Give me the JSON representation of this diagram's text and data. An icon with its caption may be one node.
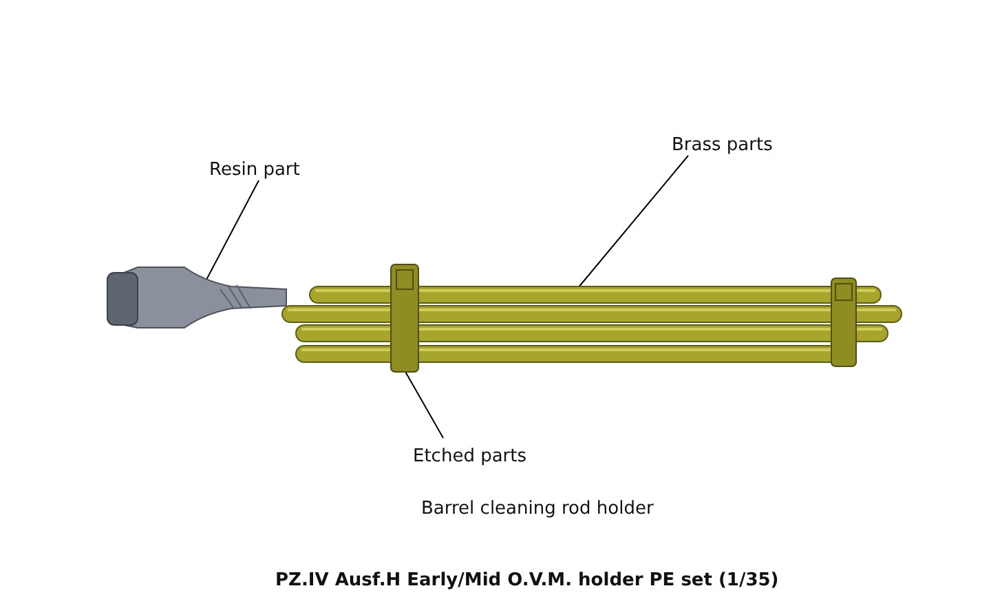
{
  "diagram": {
    "caption": "PZ.IV Ausf.H Early/Mid O.V.M. holder PE set (1/35)",
    "nodes": [
      {
        "text": [
          "Resin part"
        ]
      },
      {
        "text": [],
        "shape": "picture"
      },
      {
        "text": [
          "Brass parts"
        ]
      },
      {
        "text": [],
        "shape": "picture"
      },
      {
        "text": [
          "Etched parts"
        ]
      },
      {
        "text": [],
        "shape": "picture"
      }
    ],
    "edges": [
      {
        "from": 0,
        "to": 1,
        "arrow": "none"
      },
      {
        "from": 2,
        "to": 3,
        "arrow": "none"
      },
      {
        "from": 4,
        "to": 5,
        "arrow": "none"
      }
    ],
    "labels": [
      "Barrel cleaning rod holder"
    ]
  }
}
